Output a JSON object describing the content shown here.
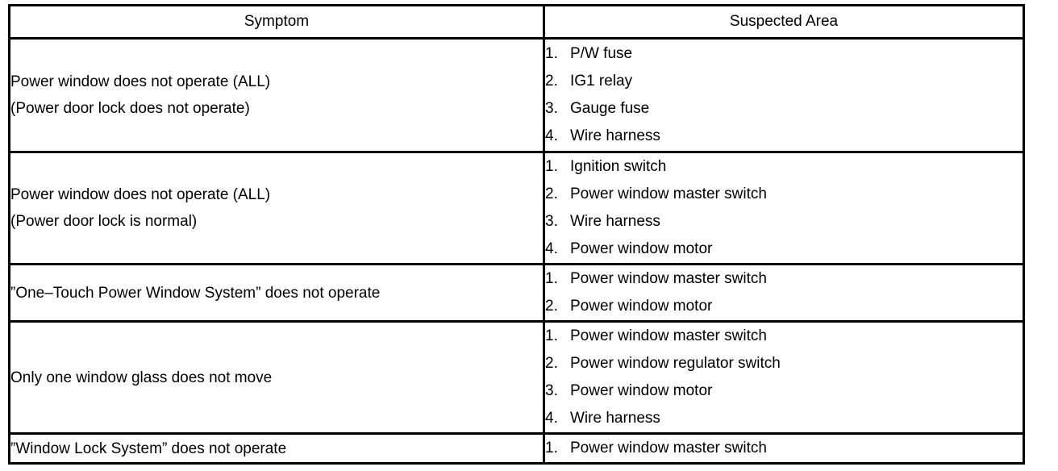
{
  "table": {
    "headers": {
      "symptom": "Symptom",
      "suspected_area": "Suspected Area"
    },
    "rows": [
      {
        "symptom_lines": [
          "Power window does not operate (ALL)",
          "(Power door lock does not operate)"
        ],
        "suspected_areas": [
          "P/W fuse",
          "IG1 relay",
          "Gauge fuse",
          "Wire harness"
        ]
      },
      {
        "symptom_lines": [
          "Power window does not operate (ALL)",
          "(Power door lock is normal)"
        ],
        "suspected_areas": [
          "Ignition switch",
          "Power window master switch",
          "Wire harness",
          "Power window motor"
        ]
      },
      {
        "symptom_lines": [
          "”One–Touch Power Window System” does not operate"
        ],
        "suspected_areas": [
          "Power window master switch",
          "Power window motor"
        ]
      },
      {
        "symptom_lines": [
          "Only one window glass does not move"
        ],
        "suspected_areas": [
          "Power window master switch",
          "Power window regulator switch",
          "Power window motor",
          "Wire harness"
        ]
      },
      {
        "symptom_lines": [
          "”Window Lock System” does not operate"
        ],
        "suspected_areas": [
          "Power window master switch"
        ]
      }
    ],
    "colors": {
      "border": "#000000",
      "text": "#000000",
      "background": "#ffffff"
    }
  }
}
